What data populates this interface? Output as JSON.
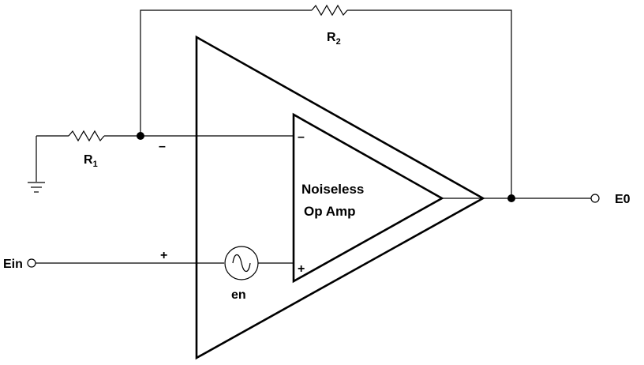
{
  "labels": {
    "r1": {
      "main": "R",
      "sub": "1"
    },
    "r2": {
      "main": "R",
      "sub": "2"
    },
    "inner_amp_line1": "Noiseless",
    "inner_amp_line2": "Op Amp",
    "input": "Ein",
    "output": "E0",
    "noise_source": "en",
    "outer_minus": "–",
    "outer_plus": "+",
    "inner_minus": "–",
    "inner_plus": "+"
  }
}
